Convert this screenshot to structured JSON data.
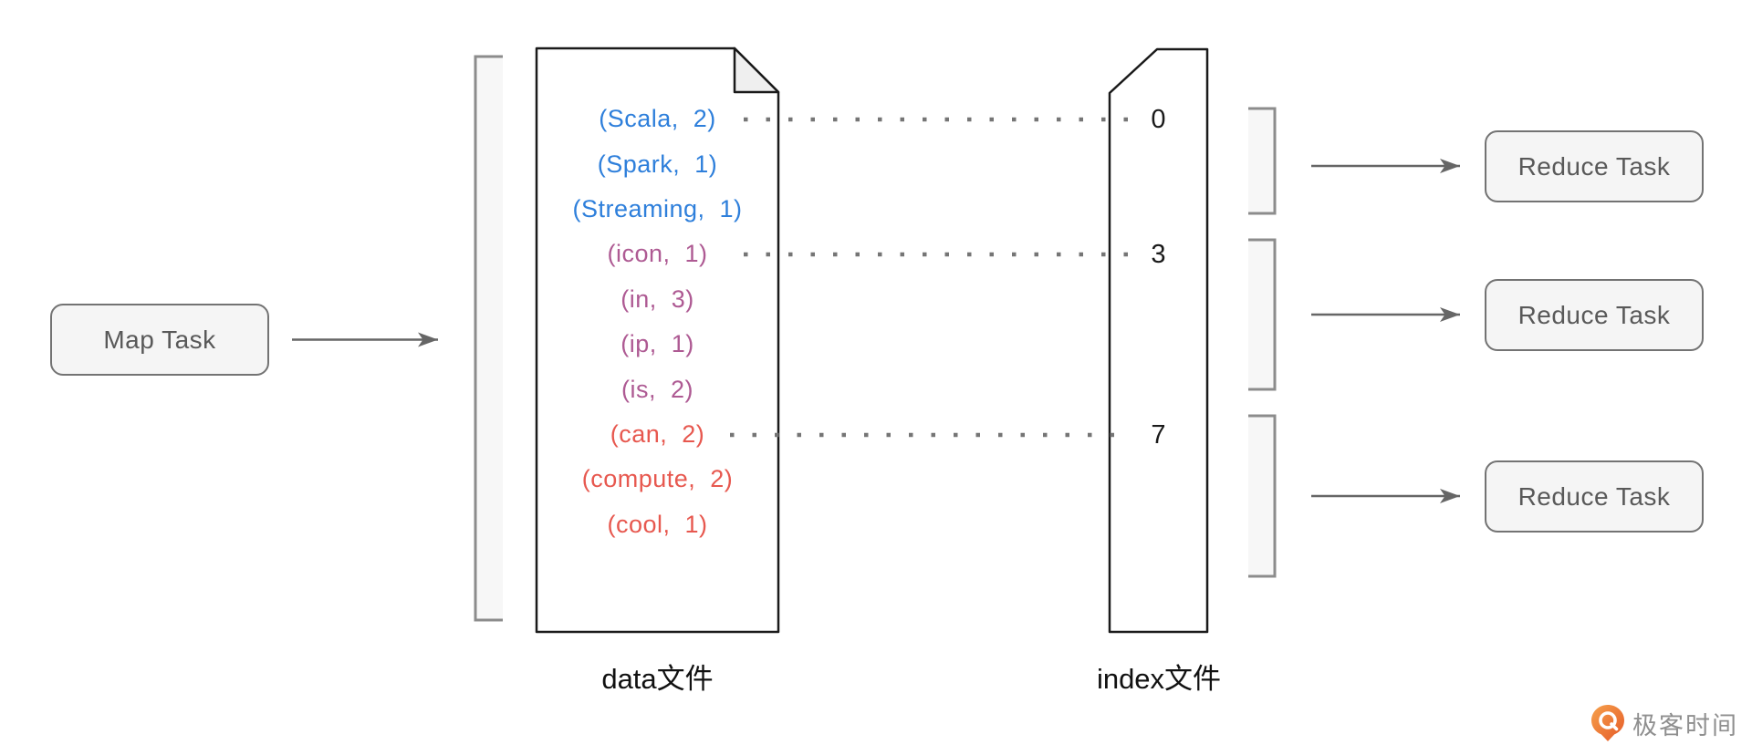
{
  "diagram": {
    "map_task": {
      "label": "Map Task"
    },
    "data_file": {
      "label": "data文件",
      "records": [
        {
          "text": "(Scala,  2)",
          "group": "blue"
        },
        {
          "text": "(Spark,  1)",
          "group": "blue"
        },
        {
          "text": "(Streaming,  1)",
          "group": "blue"
        },
        {
          "text": "(icon,  1)",
          "group": "purple"
        },
        {
          "text": "(in,  3)",
          "group": "purple"
        },
        {
          "text": "(ip,  1)",
          "group": "purple"
        },
        {
          "text": "(is,  2)",
          "group": "purple"
        },
        {
          "text": "(can,  2)",
          "group": "red"
        },
        {
          "text": "(compute,  2)",
          "group": "red"
        },
        {
          "text": "(cool,  1)",
          "group": "red"
        }
      ]
    },
    "index_file": {
      "label": "index文件",
      "offsets": [
        "0",
        "3",
        "7"
      ]
    },
    "reduce_tasks": [
      {
        "label": "Reduce Task"
      },
      {
        "label": "Reduce Task"
      },
      {
        "label": "Reduce Task"
      }
    ],
    "logo": {
      "text": "极客时间"
    },
    "palette": {
      "blue": "#2E7FDB",
      "purple": "#AE5A93",
      "red": "#E7584F",
      "doc_stroke": "#1a1a1a",
      "box_fill": "#F5F5F5",
      "box_border": "#737373",
      "bracket_fill": "#F7F7F7",
      "bracket_border": "#8C8C8C",
      "dot_color": "#757575",
      "arrow_color": "#666666",
      "logo_orange": "#ED7D2F"
    }
  }
}
